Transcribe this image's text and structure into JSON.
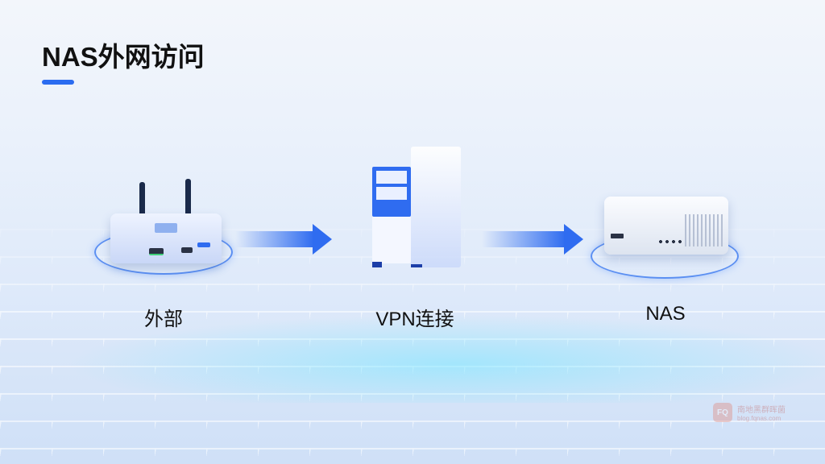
{
  "title": "NAS外网访问",
  "nodes": [
    {
      "label": "外部",
      "icon": "router-icon"
    },
    {
      "label": "VPN连接",
      "icon": "server-icon"
    },
    {
      "label": "NAS",
      "icon": "nas-icon"
    }
  ],
  "watermark": {
    "logo": "FQ",
    "name": "南地黑群晖菌",
    "url": "blog.fqnas.com"
  },
  "colors": {
    "accent": "#2b6cf0",
    "text": "#111111"
  }
}
